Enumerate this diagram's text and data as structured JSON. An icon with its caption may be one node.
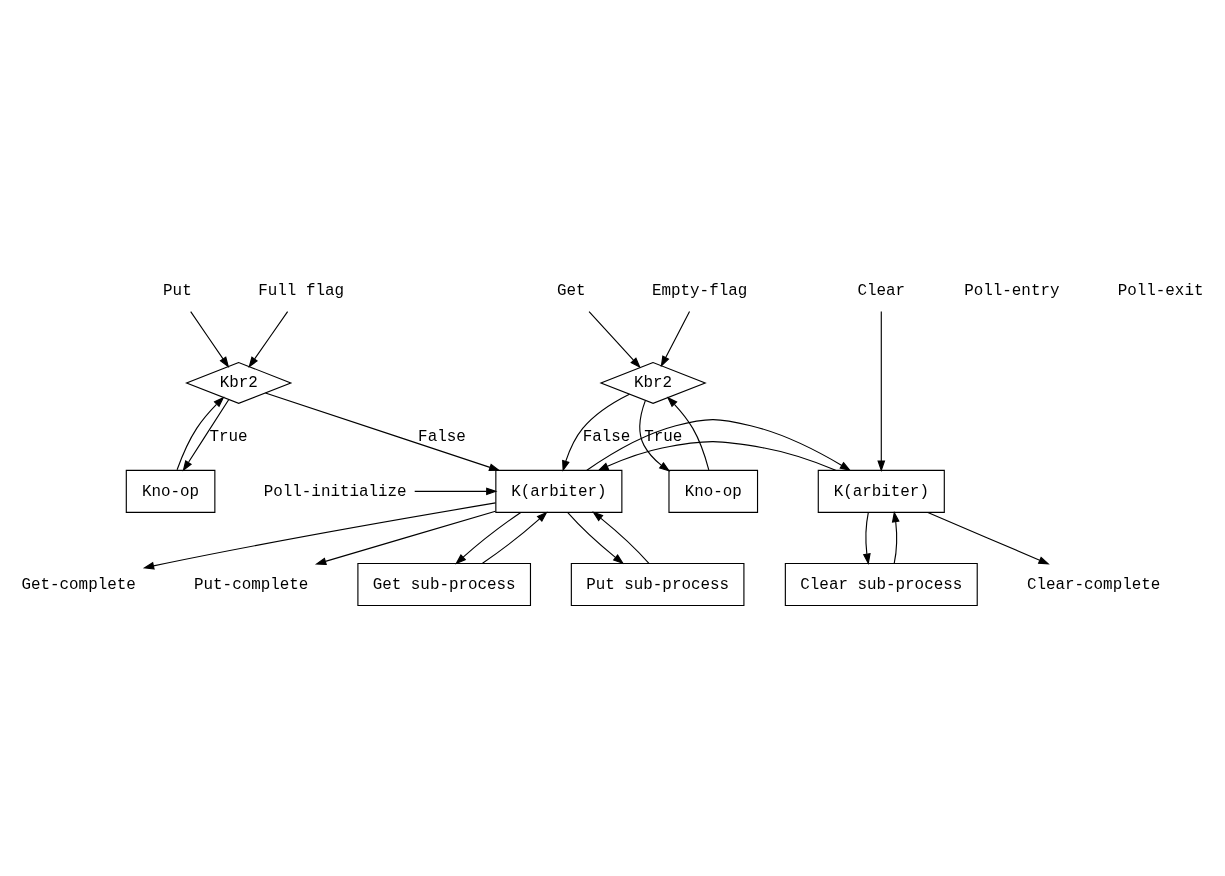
{
  "diagram": {
    "nodes": [
      {
        "text": [
          "Get"
        ]
      },
      {
        "text": [
          "Put"
        ]
      },
      {
        "text": [
          "Clear"
        ]
      },
      {
        "text": [
          "Empty-flag"
        ]
      },
      {
        "text": [
          "Kbr2"
        ]
      },
      {
        "text": [
          "Full flag"
        ]
      },
      {
        "text": [
          "Kbr2"
        ]
      },
      {
        "text": [
          "Kno-op"
        ]
      },
      {
        "text": [
          "Kno-op"
        ]
      },
      {
        "text": [
          "K(arbiter)"
        ]
      },
      {
        "text": [
          "K(arbiter)"
        ]
      },
      {
        "text": [
          "Poll-initialize"
        ]
      },
      {
        "text": [
          "Get sub-process"
        ]
      },
      {
        "text": [
          "Put sub-process"
        ]
      },
      {
        "text": [
          "Clear sub-process"
        ]
      },
      {
        "text": [
          "Get-complete"
        ]
      },
      {
        "text": [
          "Put-complete"
        ]
      },
      {
        "text": [
          "Clear-complete"
        ]
      }
    ],
    "edges": [
      {
        "from": 0,
        "to": 4,
        "arrow": "to"
      },
      {
        "from": 1,
        "to": 6,
        "arrow": "to"
      },
      {
        "from": 2,
        "to": 10,
        "arrow": "to"
      },
      {
        "from": 3,
        "to": 4,
        "arrow": "to"
      },
      {
        "from": 7,
        "to": 4,
        "arrow": "to"
      },
      {
        "from": 5,
        "to": 6,
        "arrow": "to"
      },
      {
        "from": 8,
        "to": 6,
        "arrow": "to"
      },
      {
        "from": 4,
        "to": 7,
        "arrow": "to",
        "label": "True"
      },
      {
        "from": 6,
        "to": 8,
        "arrow": "to",
        "label": "True"
      },
      {
        "from": 4,
        "to": 9,
        "arrow": "to",
        "label": "False"
      },
      {
        "from": 6,
        "to": 9,
        "arrow": "to",
        "label": "False"
      },
      {
        "from": 10,
        "to": 9,
        "arrow": "to"
      },
      {
        "from": 9,
        "to": 10,
        "arrow": "to"
      },
      {
        "from": 11,
        "to": 9,
        "arrow": "to"
      },
      {
        "from": 12,
        "to": 9,
        "arrow": "to"
      },
      {
        "from": 13,
        "to": 9,
        "arrow": "to"
      },
      {
        "from": 14,
        "to": 10,
        "arrow": "to"
      },
      {
        "from": 9,
        "to": 12,
        "arrow": "to"
      },
      {
        "from": 9,
        "to": 15,
        "arrow": "to"
      },
      {
        "from": 9,
        "to": 16,
        "arrow": "to"
      },
      {
        "from": 9,
        "to": 13,
        "arrow": "to"
      },
      {
        "from": 10,
        "to": 17,
        "arrow": "to"
      },
      {
        "from": 10,
        "to": 14,
        "arrow": "to"
      }
    ],
    "labels": [
      "Poll-entry",
      "Poll-exit"
    ]
  }
}
